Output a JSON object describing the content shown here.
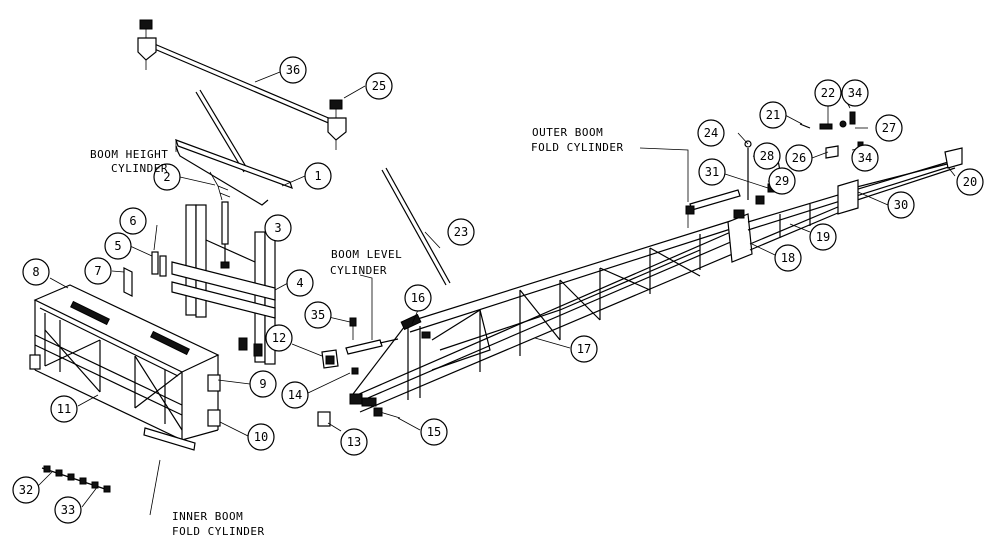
{
  "captions": {
    "boom_height": [
      "BOOM HEIGHT",
      "CYLINDER"
    ],
    "boom_level": [
      "BOOM LEVEL",
      "CYLINDER"
    ],
    "outer_boom_fold": [
      "OUTER BOOM",
      "FOLD CYLINDER"
    ],
    "inner_boom_fold": [
      "INNER BOOM",
      "FOLD CYLINDER"
    ]
  },
  "callouts": [
    "1",
    "2",
    "3",
    "4",
    "5",
    "6",
    "7",
    "8",
    "9",
    "10",
    "11",
    "12",
    "13",
    "14",
    "15",
    "16",
    "17",
    "18",
    "19",
    "20",
    "21",
    "22",
    "23",
    "24",
    "25",
    "26",
    "27",
    "28",
    "29",
    "30",
    "31",
    "32",
    "33",
    "34",
    "34",
    "35",
    "36"
  ]
}
